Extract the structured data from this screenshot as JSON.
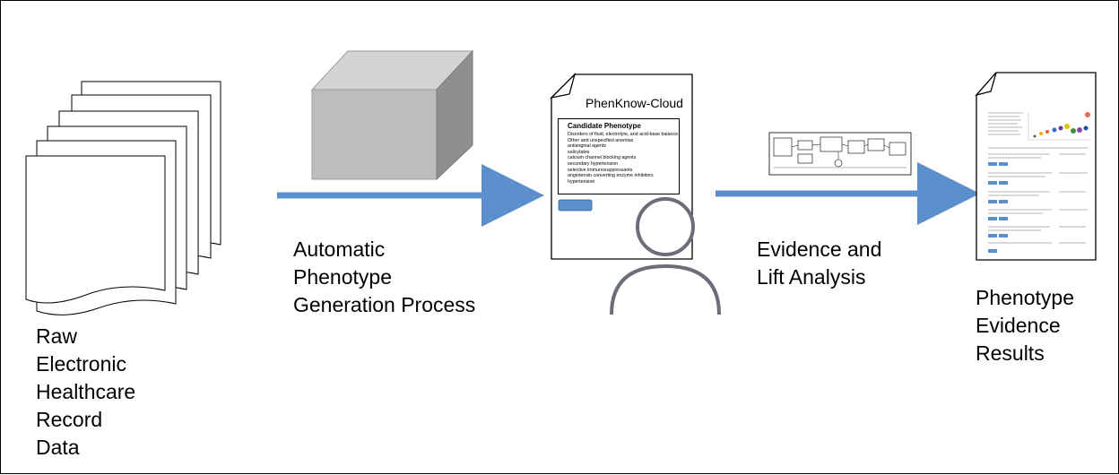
{
  "stages": {
    "raw": {
      "lines": [
        "Raw",
        "Electronic",
        "Healthcare",
        "Record",
        "Data"
      ]
    },
    "generation": {
      "lines": [
        "Automatic",
        "Phenotype",
        "Generation Process"
      ]
    },
    "evidence": {
      "lines": [
        "Evidence and",
        "Lift Analysis"
      ]
    },
    "results": {
      "lines": [
        "Phenotype",
        "Evidence",
        "Results"
      ]
    }
  },
  "tool": {
    "title": "PhenKnow-Cloud",
    "candidate": {
      "heading": "Candidate Phenotype",
      "items": [
        "Disorders of fluid, electrolyte, and acid-base balance",
        "Other and unspecified anemias",
        "antianginal agents",
        "salicylates",
        "calcium channel blocking agents",
        "secondary hypertension",
        "selective immunosuppressants",
        "angiotensin converting enzyme inhibitors",
        "hypertension"
      ]
    }
  },
  "colors": {
    "arrow": "#5B8FCB",
    "button": "#5B8FCB",
    "user_icon": "#6b6e78",
    "cube_front": "#bdbdbd",
    "cube_top": "#d4d4d4",
    "cube_side": "#8f8f8f"
  }
}
